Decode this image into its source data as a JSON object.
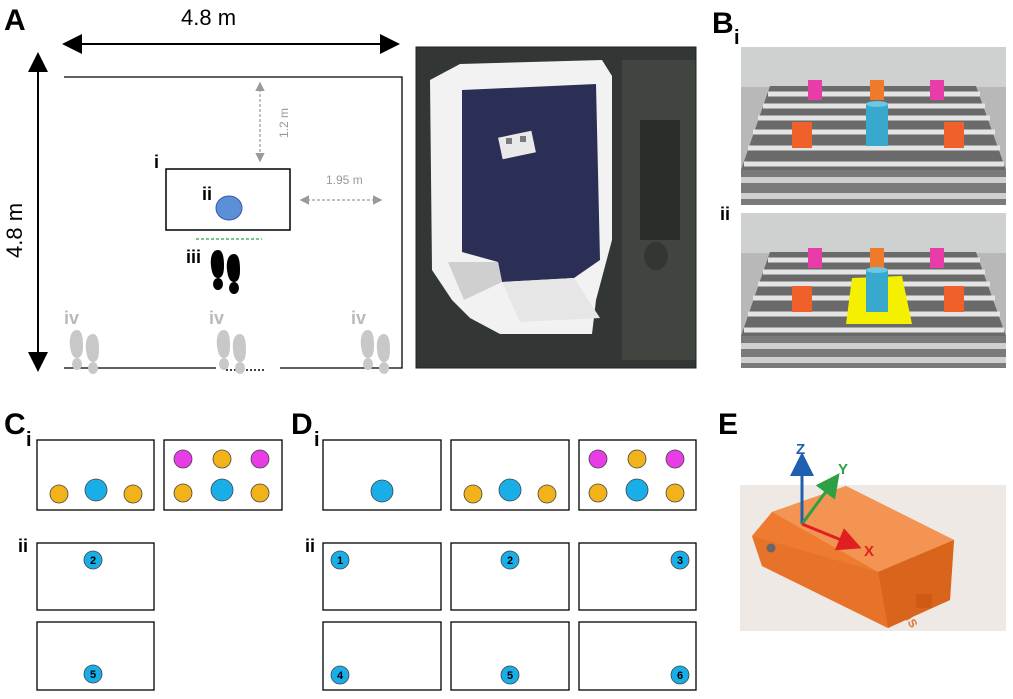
{
  "panel_labels": {
    "A": "A",
    "B": "B",
    "B_sub": "i",
    "B_ii": "ii",
    "C": "C",
    "C_sub": "i",
    "C_ii": "ii",
    "D": "D",
    "D_sub": "i",
    "D_ii": "ii",
    "E": "E"
  },
  "room": {
    "width_label": "4.8 m",
    "height_label": "4.8 m",
    "dist_top_label": "1.2 m",
    "dist_side_label": "1.95 m",
    "table_label": "i",
    "object_label": "ii",
    "feet_label": "iii",
    "start_labels": [
      "iv",
      "iv",
      "iv"
    ]
  },
  "positions_c": [
    "2",
    "5"
  ],
  "positions_d": [
    "1",
    "2",
    "3",
    "4",
    "5",
    "6"
  ],
  "sensor": {
    "axis_x": "X",
    "axis_y": "Y",
    "axis_z": "Z",
    "brand_text": "xsens"
  },
  "colors": {
    "blue_cup": "#1aaee8",
    "orange_cup": "#f2b21a",
    "magenta_cup": "#e83ce6",
    "sensor_orange": "#ee7b2f"
  }
}
